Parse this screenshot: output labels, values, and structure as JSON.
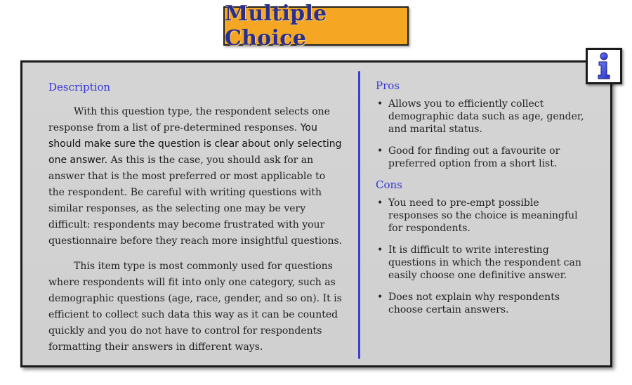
{
  "title": "Multiple Choice",
  "info_icon": "info-icon",
  "colors": {
    "title_bg": "#f5a623",
    "title_text": "#2a2f8f",
    "heading": "#3535d6",
    "divider": "#3a3fcf",
    "panel_bg": "#d2d2d2"
  },
  "description": {
    "heading": "Description",
    "para1_start": "With this question type, the respondent selects one response from a list of pre-determined responses. ",
    "para1_emphasis": "You should make sure the question is clear about only selecting one answer.",
    "para1_end": " As this is the case, you should ask for an answer that is the most preferred or most applicable to the respondent. Be careful with writing questions with similar responses, as the selecting one may be very difficult: respondents may become frustrated with your questionnaire before they reach more insightful questions.",
    "para2": "This item type is most commonly used for questions where respondents will fit into only one category, such as demographic questions (age, race, gender, and so on). It is efficient to collect such data this way as it can be counted quickly and you do not have to control for respondents formatting their answers in different ways."
  },
  "pros": {
    "heading": "Pros",
    "items": [
      "Allows you to efficiently collect demographic data such as age, gender, and marital status.",
      "Good for finding out a favourite or preferred option from a short list."
    ]
  },
  "cons": {
    "heading": "Cons",
    "items": [
      "You need to pre-empt possible responses so the choice is meaningful for respondents.",
      "It is difficult to write interesting questions in which the respondent can easily choose one definitive answer.",
      "Does not explain why respondents choose certain answers."
    ]
  }
}
